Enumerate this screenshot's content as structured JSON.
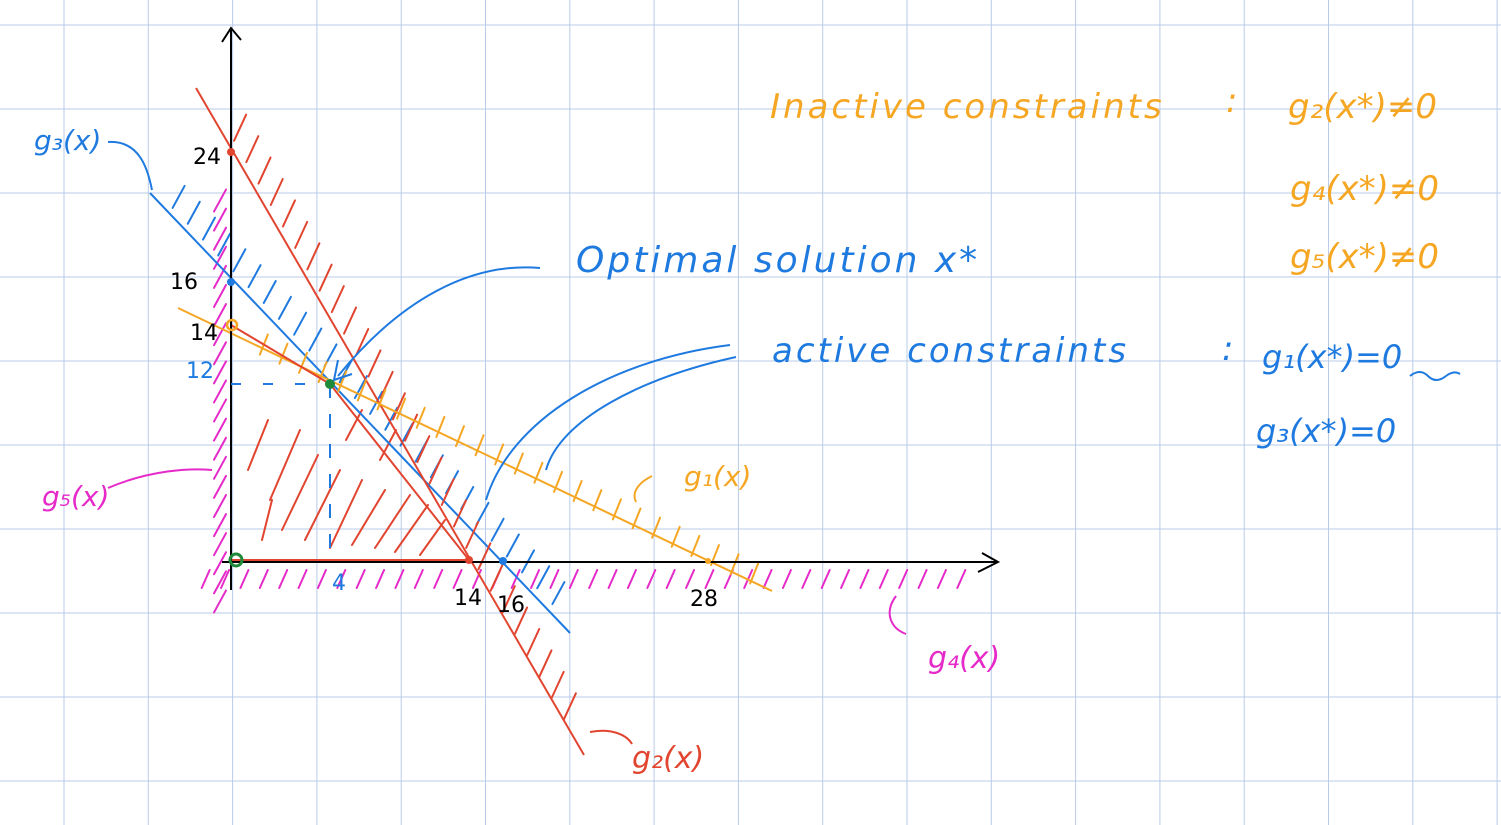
{
  "colors": {
    "grid": "#b9cbe8",
    "axis": "#000000",
    "red": "#e2452f",
    "blue": "#1f7ae0",
    "orange": "#f5a623",
    "magenta": "#e629c9",
    "green": "#1f8a3a"
  },
  "axes": {
    "y_ticks": [
      "24",
      "16",
      "14",
      "12"
    ],
    "x_ticks": [
      "4",
      "14",
      "16",
      "28"
    ]
  },
  "constraint_labels": {
    "g1": "g₁(x)",
    "g2": "g₂(x)",
    "g3": "g₃(x)",
    "g4": "g₄(x)",
    "g5": "g₅(x)"
  },
  "optimal": {
    "label": "Optimal solution x*"
  },
  "active": {
    "heading": "active constraints",
    "colon": ":",
    "items": [
      "g₁(x*)=0",
      "g₃(x*)=0"
    ]
  },
  "inactive": {
    "heading": "Inactive constraints",
    "colon": ":",
    "items": [
      "g₂(x*)≠0",
      "g₄(x*)≠0",
      "g₅(x*)≠0"
    ]
  }
}
